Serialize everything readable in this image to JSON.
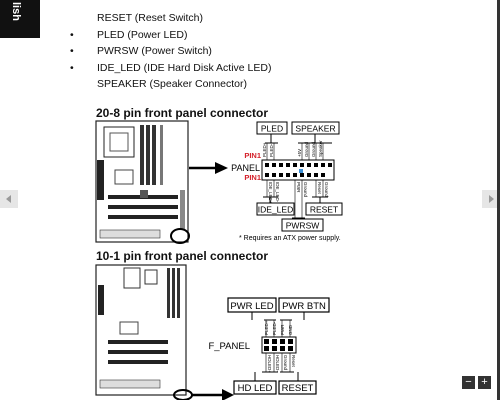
{
  "language_tab": "lish",
  "list_items": [
    {
      "bullet": "",
      "text": "RESET (Reset Switch)"
    },
    {
      "bullet": "•",
      "text": "PLED (Power LED)"
    },
    {
      "bullet": "•",
      "text": "PWRSW (Power Switch)"
    },
    {
      "bullet": "•",
      "text": "IDE_LED (IDE Hard Disk Active LED)"
    },
    {
      "bullet": "",
      "text": "SPEAKER (Speaker Connector)"
    }
  ],
  "section1": {
    "title": "20-8 pin front panel connector",
    "pled": "PLED",
    "speaker": "SPEAKER",
    "pin1_top": "PIN1",
    "panel": "PANEL",
    "pin1_bottom": "PIN1",
    "ide_led": "IDE_LED",
    "reset": "RESET",
    "pwrsw": "PWRSW",
    "note": "* Requires an ATX power supply.",
    "pled_pins": [
      "PLED+",
      "PLED-"
    ],
    "speaker_pins": [
      "+5V",
      "Ground",
      "Ground",
      "Speaker"
    ],
    "ide_pins": [
      "IDE_LED+",
      "IDE_LED-"
    ],
    "pwr_pins": [
      "PWR",
      "Ground"
    ],
    "reset_pins": [
      "Reset",
      "Ground"
    ]
  },
  "section2": {
    "title": "10-1 pin front panel connector",
    "pwr_led": "PWR LED",
    "pwr_btn": "PWR BTN",
    "f_panel": "F_PANEL",
    "hd_led": "HD LED",
    "reset": "RESET",
    "top_pins": [
      "PLED+",
      "PLED-",
      "PWR",
      "GND"
    ],
    "bottom_pins": [
      "HDLED+",
      "HDLED-",
      "Ground",
      "Reset"
    ]
  },
  "controls": {
    "prev_symbol": "‹",
    "next_symbol": "›",
    "zoom_out": "−",
    "zoom_in": "+"
  },
  "colors": {
    "pin1_red": "#d4202a",
    "tab_bg": "#111111"
  }
}
